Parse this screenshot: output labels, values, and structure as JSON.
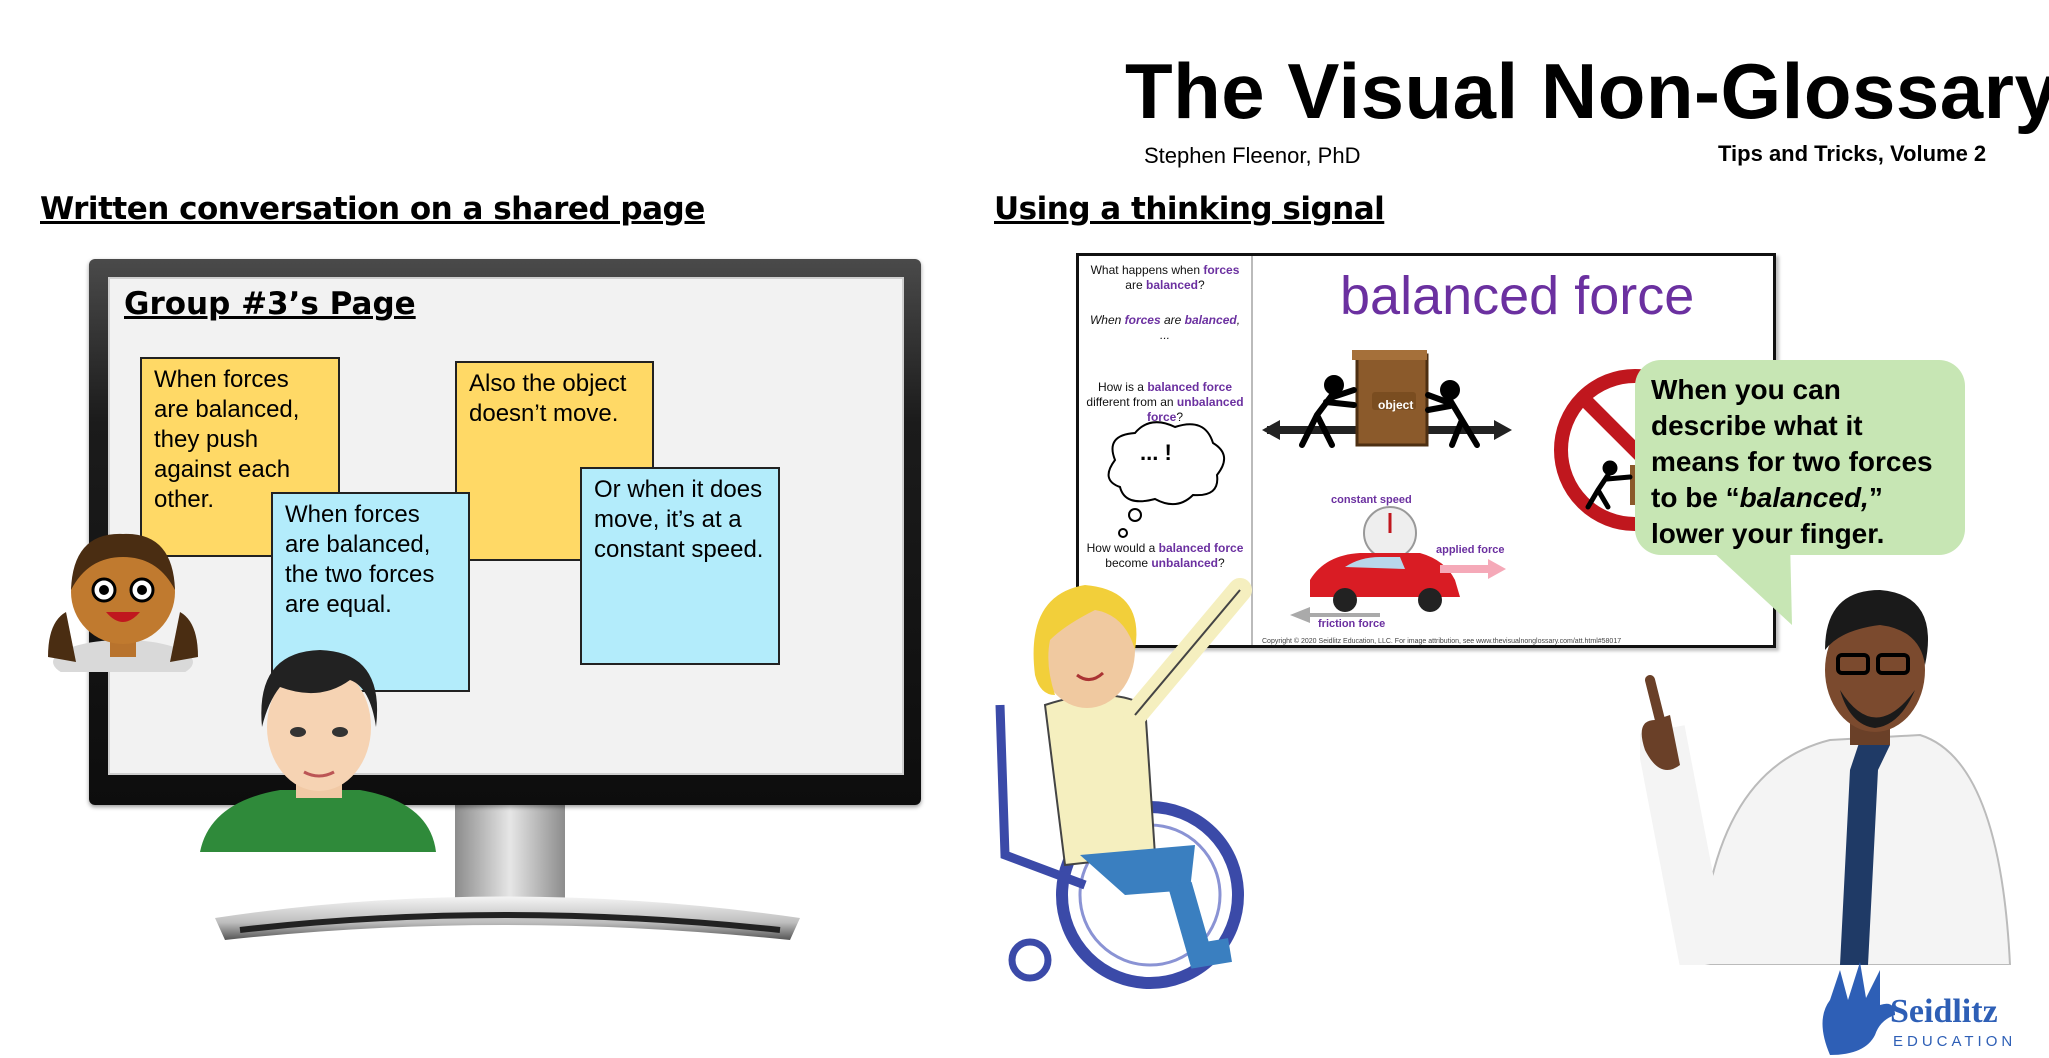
{
  "header": {
    "title": "The Visual Non-Glossary",
    "author": "Stephen Fleenor, PhD",
    "volume": "Tips and Tricks, Volume 2"
  },
  "left": {
    "section_title": "Written conversation on a shared page",
    "screen_title": "Group #3’s Page",
    "notes": [
      "When forces are balanced, they push against each other.",
      "When forces are balanced, the two forces are equal.",
      "Also the object doesn’t move.",
      "Or when it does move, it’s at a constant speed."
    ]
  },
  "right": {
    "section_title": "Using a thinking signal",
    "slide": {
      "word": "balanced force",
      "q1_a": "What happens when ",
      "q1_b": "forces",
      "q1_c": " are ",
      "q1_d": "balanced",
      "q1_e": "?",
      "stem1_a": "When ",
      "stem1_b": "forces",
      "stem1_c": " are ",
      "stem1_d": "balanced",
      "stem1_e": ", ...",
      "q2_a": "How is a ",
      "q2_b": "balanced force",
      "q2_c": " different from an ",
      "q2_d": "unbalanced force",
      "q2_e": "?",
      "q3_a": "How would a ",
      "q3_b": "balanced force",
      "q3_c": " become ",
      "q3_d": "unbalanced",
      "q3_e": "?",
      "thought": "... !",
      "crate_label": "object",
      "constant_speed": "constant speed",
      "applied_force": "applied force",
      "friction_force": "friction force",
      "copyright": "Copyright © 2020 Seidlitz Education, LLC.   For image attribution, see www.thevisualnonglossary.com/att.html#58017"
    },
    "speech": {
      "line1": "When you can describe what it means for two forces to be “",
      "italic": "balanced,",
      "line2": "” lower your finger."
    }
  },
  "logo": {
    "word": "Seidlitz",
    "sub": "EDUCATION"
  },
  "colors": {
    "note_yellow": "#ffd966",
    "note_blue": "#b3ecfb",
    "slide_purple": "#6b30a0",
    "speech_green": "#c7e6b4",
    "logo_blue": "#2e5fb6",
    "no_sign_red": "#c0171e"
  }
}
